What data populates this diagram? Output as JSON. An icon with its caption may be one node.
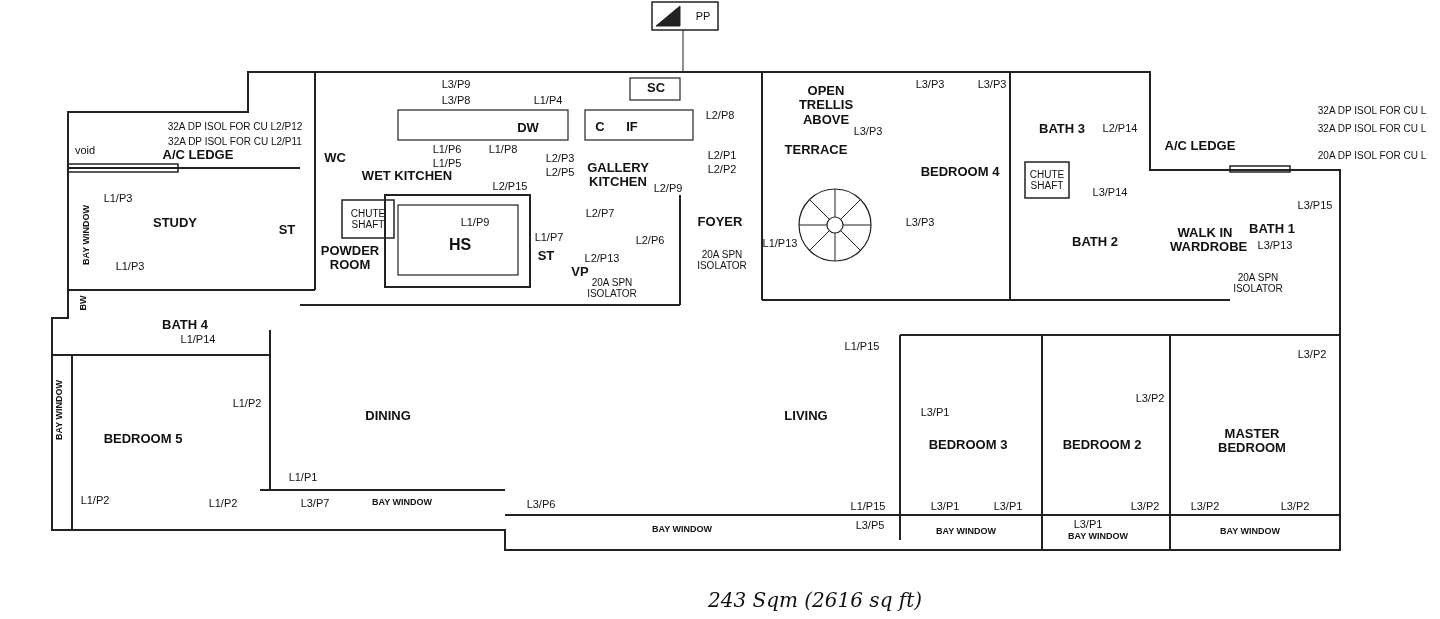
{
  "diagram": {
    "caption": "243 Sqm (2616 sq ft)",
    "labels": [
      "PP",
      "L3/P9",
      "SC",
      "L3/P3",
      "L3/P3",
      "L3/P8",
      "L1/P4",
      "L2/P8",
      "OPEN TRELLIS ABOVE",
      "32A DP ISOL FOR CU L",
      "32A DP ISOL FOR CU L2/P12",
      "DW",
      "C",
      "IF",
      "L3/P3",
      "BATH 3",
      "L2/P14",
      "32A DP ISOL FOR CU L",
      "32A DP ISOL FOR CU L2/P11",
      "void",
      "A/C LEDGE",
      "WC",
      "L1/P6",
      "L1/P8",
      "L2/P3",
      "L2/P1",
      "TERRACE",
      "A/C LEDGE",
      "20A DP ISOL FOR CU L",
      "WET KITCHEN",
      "L1/P5",
      "L2/P5",
      "GALLERY KITCHEN",
      "L2/P2",
      "BEDROOM 4",
      "CHUTE SHAFT",
      "L1/P3",
      "L2/P15",
      "L2/P9",
      "L3/P14",
      "L2/P7",
      "L3/P15",
      "BAY WINDOW",
      "STUDY",
      "ST",
      "CHUTE SHAFT",
      "HS",
      "L1/P9",
      "L1/P7",
      "L2/P6",
      "FOYER",
      "L1/P13",
      "L3/P3",
      "BATH 2",
      "WALK IN WARDROBE",
      "BATH 1",
      "L3/P13",
      "POWDER ROOM",
      "ST",
      "L2/P13",
      "20A SPN ISOLATOR",
      "L1/P3",
      "VP",
      "20A SPN ISOLATOR",
      "20A SPN ISOLATOR",
      "BW",
      "BATH 4",
      "L1/P14",
      "L1/P15",
      "L3/P2",
      "BAY WINDOW",
      "L1/P2",
      "DINING",
      "LIVING",
      "L3/P1",
      "L3/P2",
      "BEDROOM 5",
      "BEDROOM 3",
      "BEDROOM 2",
      "MASTER BEDROOM",
      "L1/P1",
      "L1/P2",
      "L1/P2",
      "L3/P7",
      "BAY WINDOW",
      "L3/P6",
      "L1/P15",
      "L3/P1",
      "L3/P1",
      "L3/P2",
      "L3/P2",
      "L3/P2",
      "BAY WINDOW",
      "L3/P5",
      "BAY WINDOW",
      "L3/P1",
      "BAY WINDOW",
      "BAY WINDOW"
    ]
  }
}
